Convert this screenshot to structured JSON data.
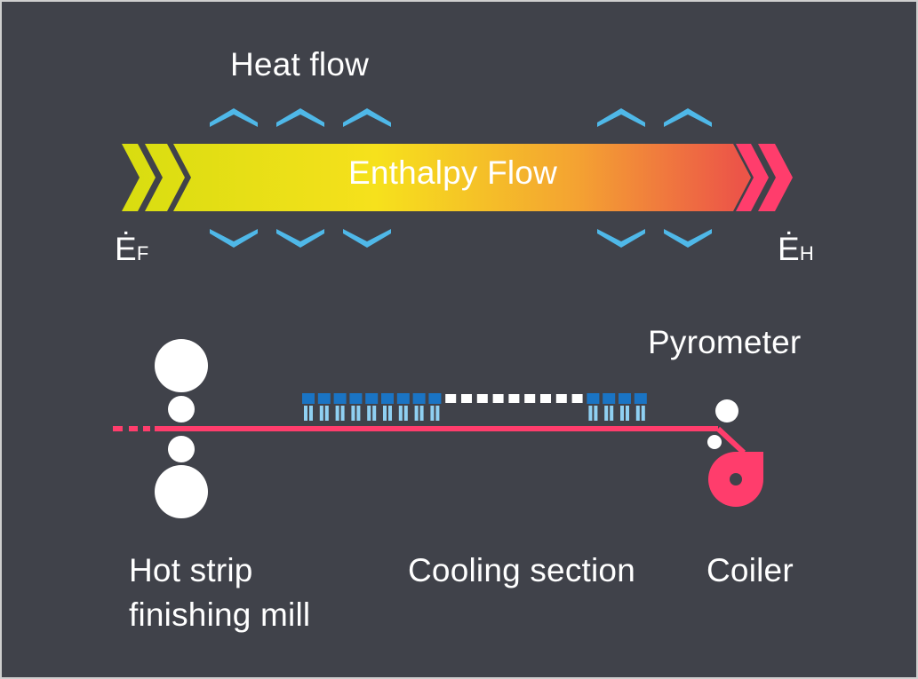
{
  "labels": {
    "heat_flow": "Heat flow",
    "enthalpy_flow": "Enthalpy Flow",
    "energy_in": {
      "symbol": "Ė",
      "subscript": "F"
    },
    "energy_out": {
      "symbol": "Ė",
      "subscript": "H"
    },
    "pyrometer": "Pyrometer",
    "mill_line1": "Hot strip",
    "mill_line2": "finishing mill",
    "cooling_section": "Cooling section",
    "coiler": "Coiler"
  },
  "colors": {
    "background": "#40424a",
    "heat_arrow": "#4fb8e8",
    "gradient_start": "#d8dd10",
    "gradient_mid": "#f6e11c",
    "gradient_orange": "#f4a232",
    "gradient_end": "#ec5548",
    "strip": "#ff3d6c",
    "spray_header": "#1a74c4",
    "spray_nozzle": "#8fd0f2",
    "inactive_header": "#ffffff",
    "roll": "#ffffff"
  },
  "heat_flow_arrows": {
    "groups": 2,
    "arrows_in_group": [
      3,
      2
    ]
  },
  "cooling_section": {
    "active_headers_start": 9,
    "inactive_headers": 9,
    "active_headers_end": 4
  }
}
